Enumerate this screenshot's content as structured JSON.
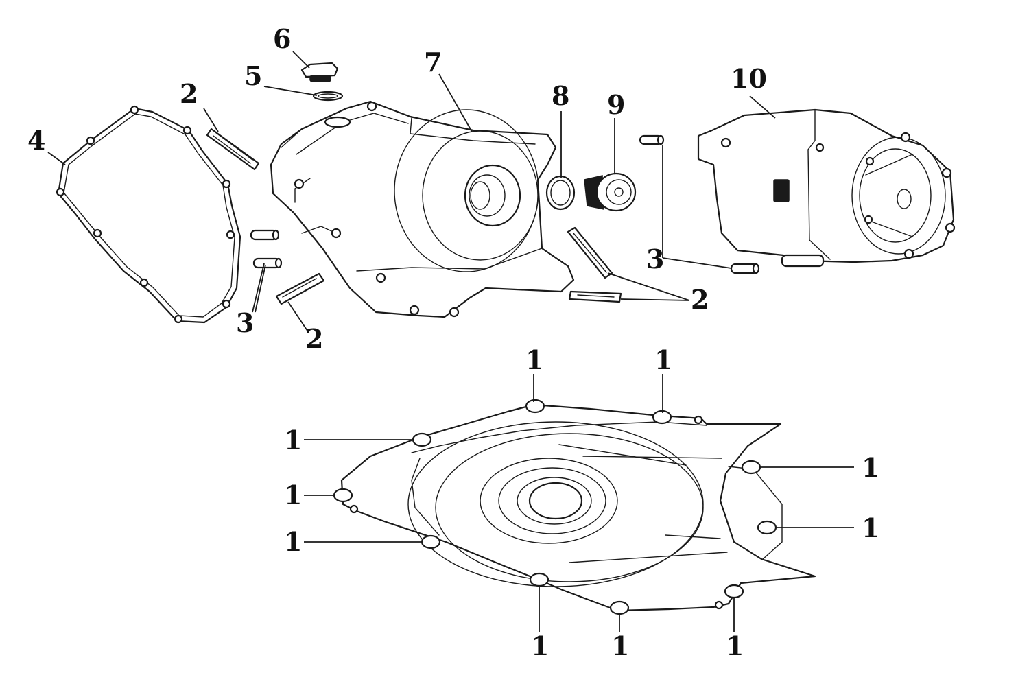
{
  "colors": {
    "line": "#1a1a1a",
    "background": "#ffffff"
  },
  "callouts": {
    "c1": "1",
    "c2": "1",
    "c3": "1",
    "c4": "4",
    "c5": "5",
    "c6": "6",
    "c7": "7",
    "c8": "8",
    "c9": "9",
    "c10": "10",
    "c11": "1",
    "c2a": "2",
    "c2b": "2",
    "c2c": "2",
    "c3a": "3",
    "c3b": "3"
  }
}
